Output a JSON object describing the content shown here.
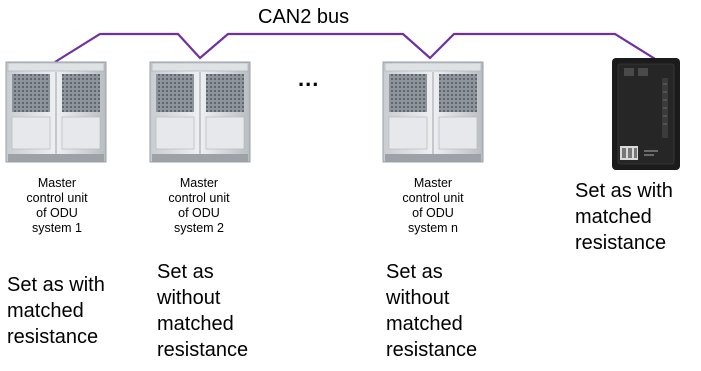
{
  "bus": {
    "title": "CAN2 bus",
    "line_color": "#7030A0"
  },
  "ellipsis": "...",
  "units": [
    {
      "label": "Master\ncontrol unit\nof ODU\nsystem 1",
      "resistance": "Set as with\nmatched\nresistance"
    },
    {
      "label": "Master\ncontrol unit\nof ODU\nsystem 2",
      "resistance": "Set as\nwithout\nmatched\nresistance"
    },
    {
      "label": "Master\ncontrol unit\nof ODU\nsystem n",
      "resistance": "Set as\nwithout\nmatched\nresistance"
    }
  ],
  "gateway": {
    "resistance": "Set as with\nmatched\nresistance"
  }
}
